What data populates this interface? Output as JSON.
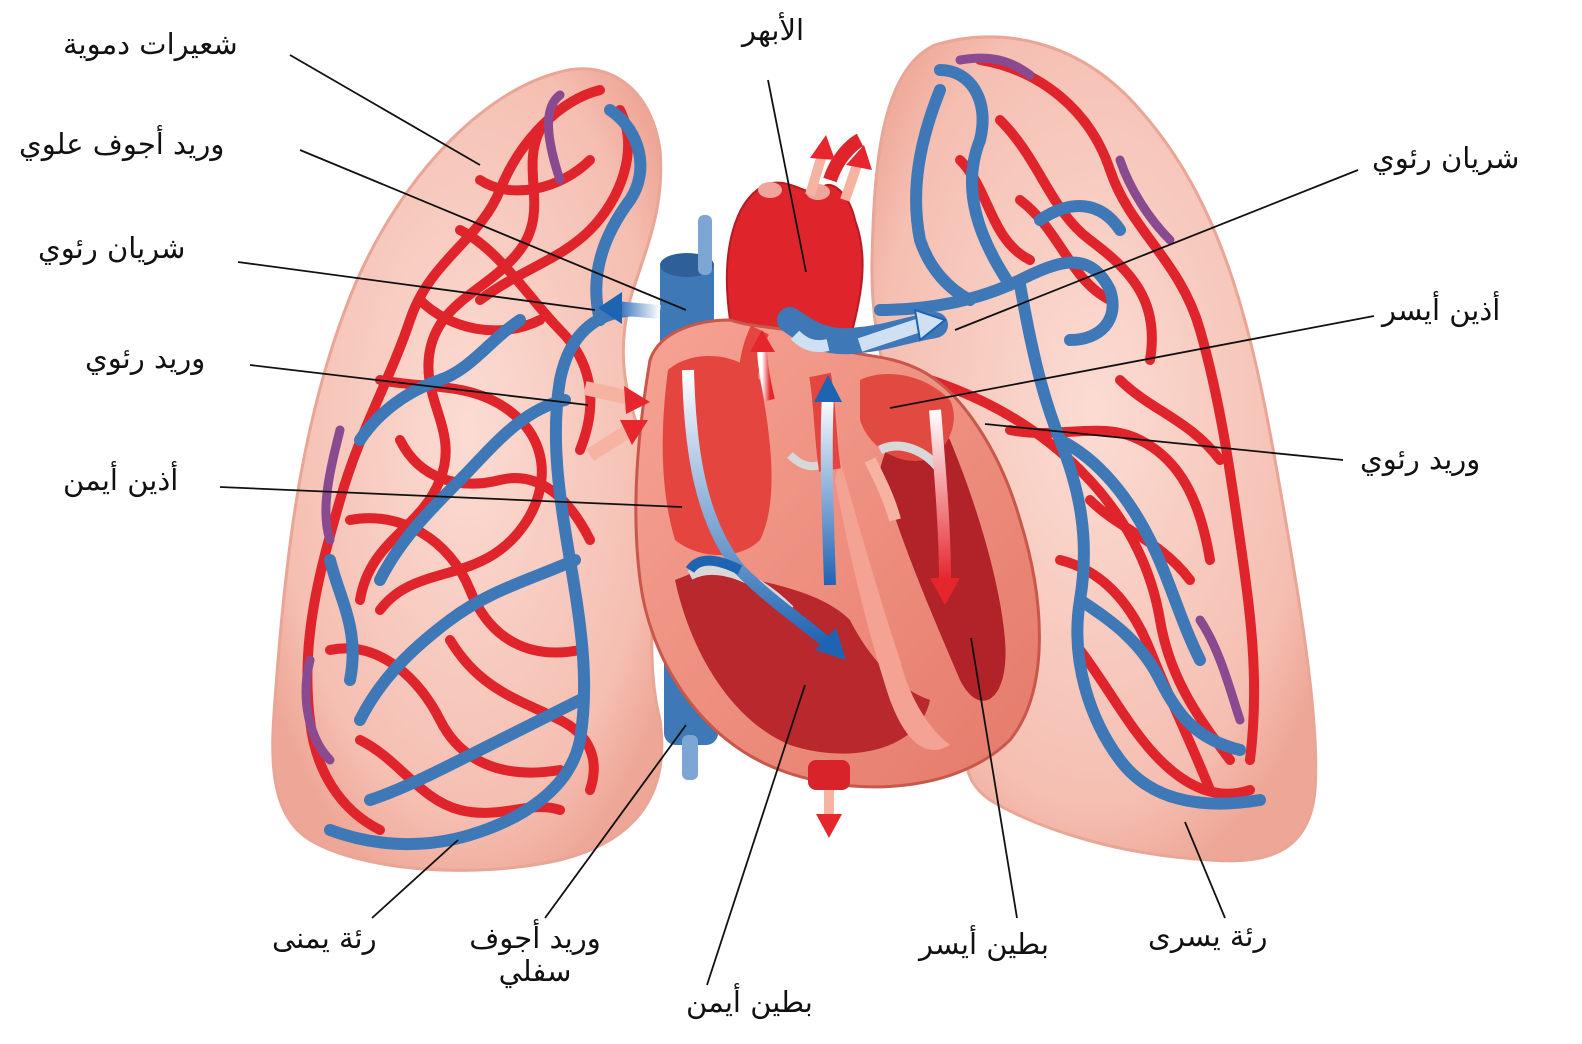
{
  "labels": {
    "capillaries": "شعيرات دموية",
    "superior_vena_cava": "وريد أجوف علوي",
    "pulmonary_artery_right": "شريان  رئوي",
    "pulmonary_vein_right": "وريد رئوي",
    "right_atrium": "أذين أيمن",
    "aorta": "الأبهر",
    "pulmonary_artery_left": "شريان رئوي",
    "left_atrium": "أذين أيسر",
    "pulmonary_vein_left": "وريد رئوي",
    "right_lung": "رئة يمنى",
    "inferior_vena_cava_line1": "وريد أجوف",
    "inferior_vena_cava_line2": "سفلي",
    "right_ventricle": "بطين أيمن",
    "left_ventricle": "بطين أيسر",
    "left_lung": "رئة يسرى"
  },
  "colors": {
    "lung_fill": "#f6c2b6",
    "lung_edge": "#e9a596",
    "artery_red": "#e0242c",
    "vein_blue": "#3f78b6",
    "heart_red": "#d8232a",
    "heart_wall": "#f08d7e",
    "leader_line": "#111111"
  }
}
